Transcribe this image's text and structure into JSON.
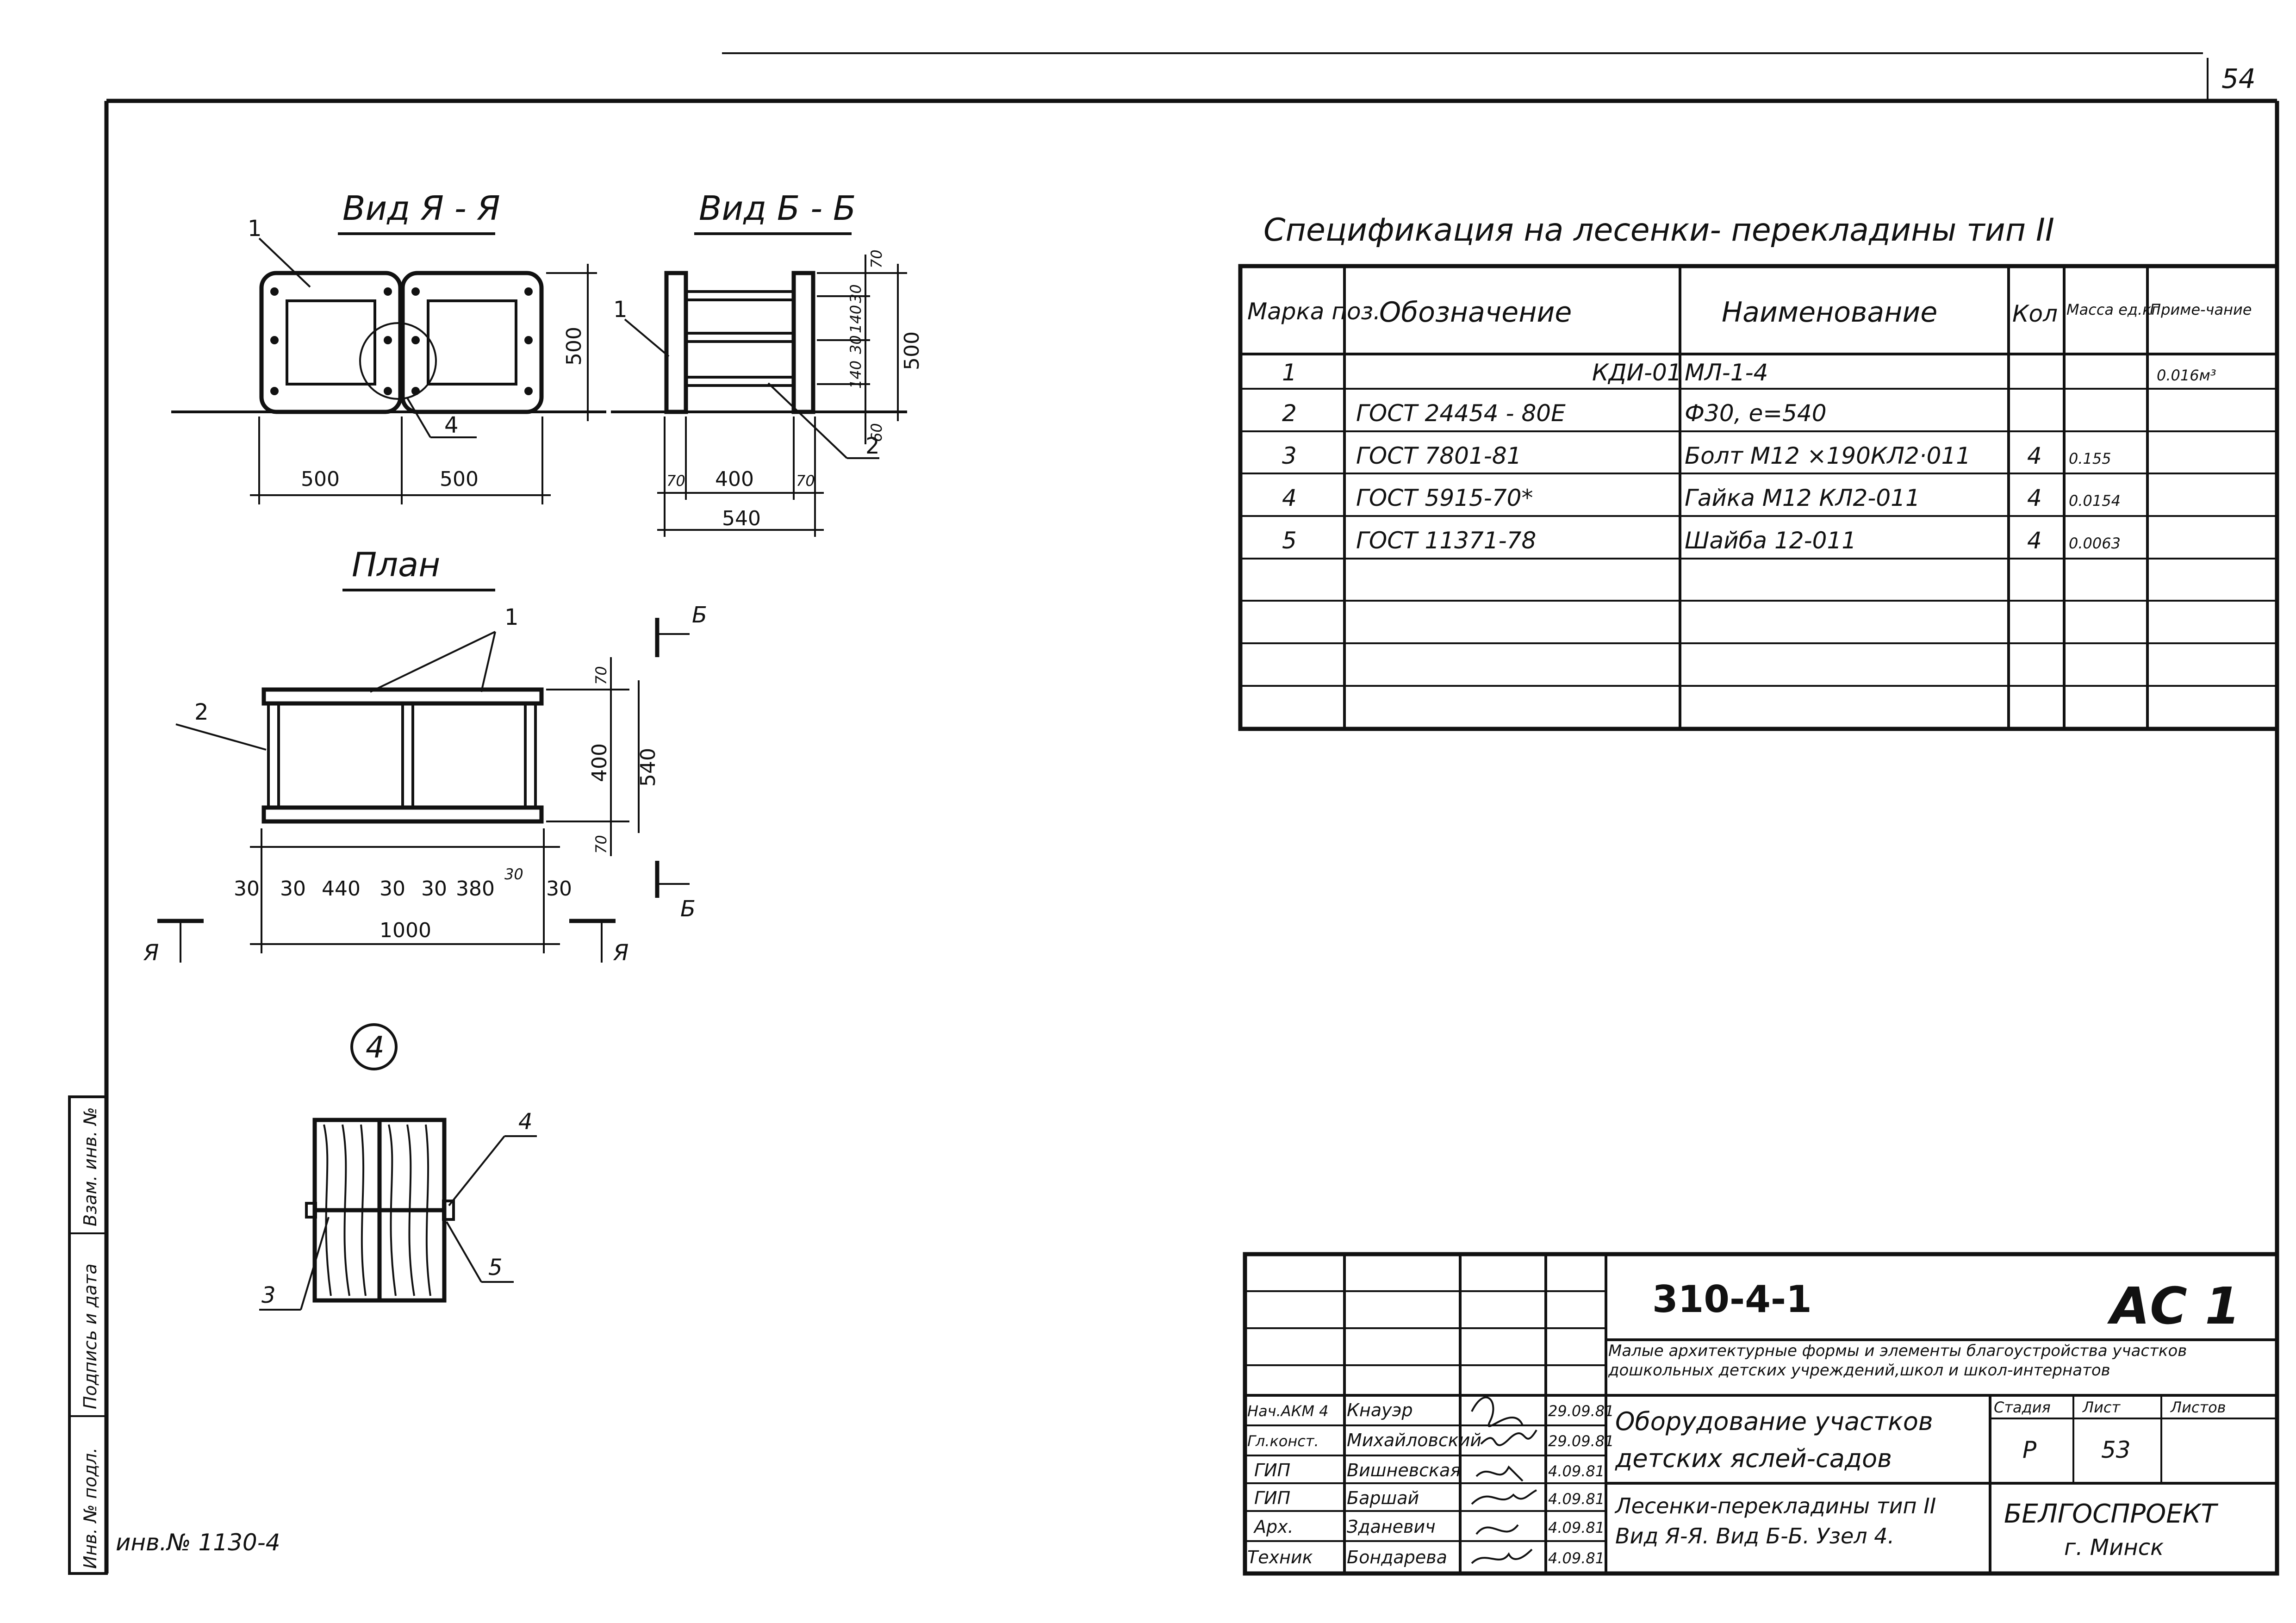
{
  "page_number": "54",
  "views": {
    "view_a": "Вид Я - Я",
    "view_b": "Вид Б - Б",
    "plan": "План",
    "node_number": "4",
    "section_mark_b": "Б",
    "section_mark_a": "Я",
    "section_mark_a2": "Я"
  },
  "dimensions": {
    "view_a_width_left": "500",
    "view_a_width_right": "500",
    "view_a_height": "500",
    "view_b_gap": "70",
    "view_b_inner": "400",
    "view_b_gap2": "70",
    "view_b_total": "540",
    "view_b_h_top": "70",
    "view_b_h_30a": "30",
    "view_b_h_30b": "30",
    "view_b_h_140a": "140",
    "view_b_h_140b": "140",
    "view_b_h_60": "60",
    "view_b_h_500": "500",
    "plan_d1": "30",
    "plan_d2": "30",
    "plan_d3": "440",
    "plan_d4": "30",
    "plan_d5": "30",
    "plan_d6": "380",
    "plan_d7": "30",
    "plan_d8": "30",
    "plan_total": "1000",
    "plan_h_70a": "70",
    "plan_h_400": "400",
    "plan_h_540": "540",
    "plan_h_70b": "70"
  },
  "leaders": {
    "p1a": "1",
    "p1b": "1",
    "p4a": "4",
    "p2b": "2",
    "p1c": "1",
    "p2c": "2",
    "p4d": "4",
    "p3d": "3",
    "p5d": "5"
  },
  "spec": {
    "title": "Спецификация на лесенки- перекладины тип II",
    "headers": [
      "Марка поз.",
      "Обозначение",
      "Наименование",
      "Кол",
      "Масса ед.кг",
      "Приме-чание"
    ],
    "rows": [
      [
        "1",
        "КДИ-01",
        "МЛ-1-4",
        "",
        "",
        "0.016м³"
      ],
      [
        "2",
        "ГОСТ 24454 - 80Е",
        "Ф30, е=540",
        "",
        "",
        ""
      ],
      [
        "3",
        "ГОСТ 7801-81",
        "Болт М12 ×190КЛ2·011",
        "4",
        "0.155",
        ""
      ],
      [
        "4",
        "ГОСТ 5915-70*",
        "Гайка М12 КЛ2-011",
        "4",
        "0.0154",
        ""
      ],
      [
        "5",
        "ГОСТ 11371-78",
        "Шайба 12-011",
        "4",
        "0.0063",
        ""
      ],
      [
        "",
        "",
        "",
        "",
        "",
        ""
      ],
      [
        "",
        "",
        "",
        "",
        "",
        ""
      ],
      [
        "",
        "",
        "",
        "",
        "",
        ""
      ]
    ]
  },
  "title_block": {
    "code": "310-4-1",
    "mark": "АС 1",
    "project": "Малые архитектурные формы и элементы благоустройства участков дошкольных детских учреждений,школ и школ-интернатов",
    "object_line1": "Оборудование участков",
    "object_line2": "детских яслей-садов",
    "sheet_line1": "Лесенки-перекладины тип II",
    "sheet_line2": "Вид Я-Я. Вид Б-Б. Узел 4.",
    "stage_label": "Стадия",
    "sheet_label": "Лист",
    "sheets_label": "Листов",
    "stage": "Р",
    "sheet": "53",
    "sheets": "",
    "org_name": "БЕЛГОСПРОЕКТ",
    "org_city": "г. Минск",
    "staff": [
      {
        "role": "Нач.АКМ 4",
        "name": "Кнауэр",
        "date": "29.09.81"
      },
      {
        "role": "Гл.конст.",
        "name": "Михайловский",
        "date": "29.09.81"
      },
      {
        "role": "ГИП",
        "name": "Вишневская",
        "date": "4.09.81"
      },
      {
        "role": "ГИП",
        "name": "Баршай",
        "date": "4.09.81"
      },
      {
        "role": "Арх.",
        "name": "Зданевич",
        "date": "4.09.81"
      },
      {
        "role": "Техник",
        "name": "Бондарева",
        "date": "4.09.81"
      }
    ]
  },
  "side_stamp": {
    "inv_label": "Инв. № подл.",
    "sign_label": "Подпись и дата",
    "replace_label": "Взам. инв. №",
    "inv_number": "инв.№ 1130-4"
  }
}
